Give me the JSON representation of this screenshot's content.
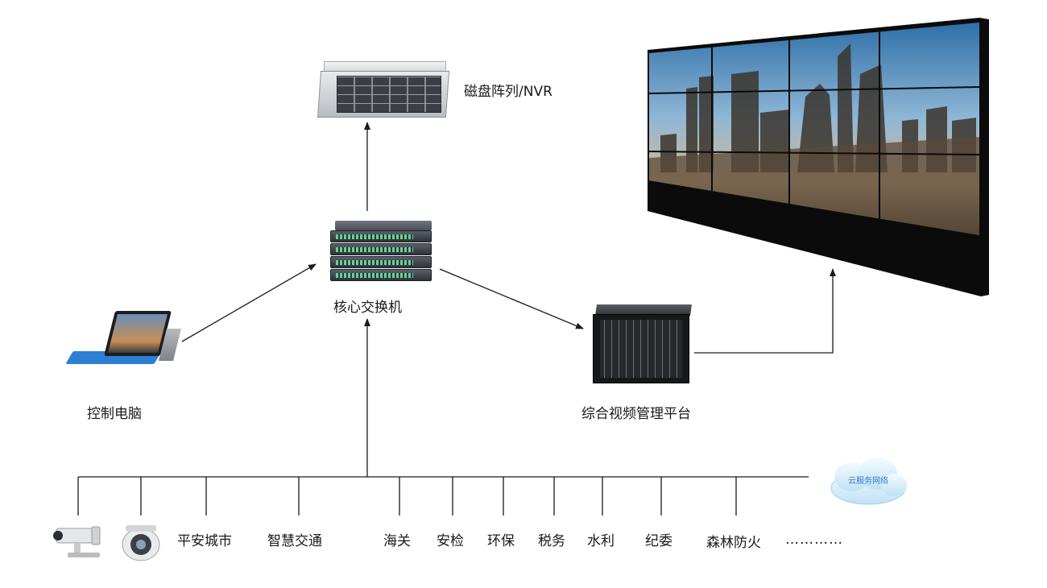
{
  "nodes": {
    "nvr": {
      "label": "磁盘阵列/NVR",
      "icon": "disk-array-nvr"
    },
    "core_switch": {
      "label": "核心交换机",
      "icon": "network-switch-stack"
    },
    "control_pc": {
      "label": "控制电脑",
      "icon": "laptop-tablet"
    },
    "video_platform": {
      "label": "综合视频管理平台",
      "icon": "video-matrix-chassis"
    },
    "video_wall": {
      "icon": "video-wall-display"
    },
    "cloud": {
      "label": "云服务网络",
      "icon": "cloud"
    }
  },
  "bus": {
    "cameras": [
      {
        "icon": "bullet-camera"
      },
      {
        "icon": "dome-camera"
      }
    ],
    "items": [
      "平安城市",
      "智慧交通",
      "海关",
      "安检",
      "环保",
      "税务",
      "水利",
      "纪委",
      "森林防火"
    ],
    "more": "…………"
  },
  "colors": {
    "line": "#1a1a1a",
    "wall_bezel": "#0a0a0a",
    "cloud": "#dff0fb",
    "cloud_text": "#3a7cc1",
    "keyboard": "#2d7fd4"
  }
}
